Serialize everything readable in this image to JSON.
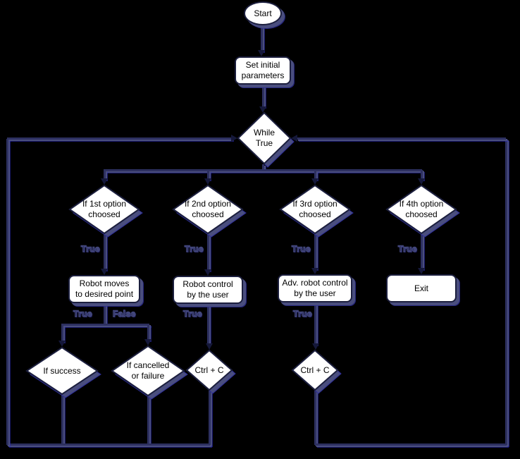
{
  "diagram": {
    "nodes": {
      "start": {
        "label": "Start",
        "type": "terminator"
      },
      "init": {
        "label": "Set initial\nparameters",
        "type": "process"
      },
      "while_true": {
        "label": "While\nTrue",
        "type": "decision"
      },
      "opt1": {
        "label": "If 1st option\nchoosed",
        "type": "decision"
      },
      "opt2": {
        "label": "If 2nd option\nchoosed",
        "type": "decision"
      },
      "opt3": {
        "label": "If 3rd option\nchoosed",
        "type": "decision"
      },
      "opt4": {
        "label": "If 4th option\nchoosed",
        "type": "decision"
      },
      "robot_moves": {
        "label": "Robot moves\nto desired point",
        "type": "process"
      },
      "robot_control": {
        "label": "Robot control\nby the user",
        "type": "process"
      },
      "adv_robot_control": {
        "label": "Adv. robot control\nby the user",
        "type": "process"
      },
      "exit": {
        "label": "Exit",
        "type": "process"
      },
      "if_success": {
        "label": "If success",
        "type": "decision"
      },
      "if_cancelled": {
        "label": "If cancelled\nor failure",
        "type": "decision"
      },
      "ctrlc_2": {
        "label": "Ctrl + C",
        "type": "decision"
      },
      "ctrlc_3": {
        "label": "Ctrl + C",
        "type": "decision"
      }
    },
    "edge_labels": {
      "opt1_true": "True",
      "opt2_true": "True",
      "opt3_true": "True",
      "opt4_true": "True",
      "moves_true": "True",
      "moves_false": "False",
      "control_true": "True",
      "adv_true": "True"
    },
    "colors": {
      "background": "#000000",
      "node_fill": "#ffffff",
      "ink": "#1c1f3e",
      "line": "#2d3060",
      "shadow": "#4a4e7e",
      "blue_fringe": "#2b2bc0",
      "text": "#000000"
    }
  }
}
